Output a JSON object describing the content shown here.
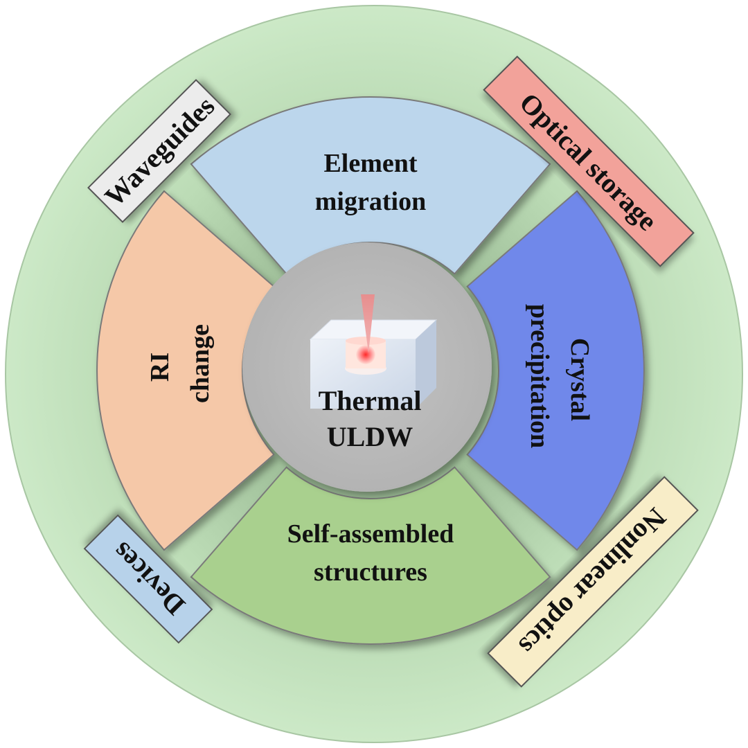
{
  "center": {
    "line1": "Thermal",
    "line2": "ULDW"
  },
  "sectors": {
    "top": {
      "line1": "Element",
      "line2": "migration",
      "color": "#bcd6ec"
    },
    "left": {
      "line1": "RI",
      "line2": "change",
      "color": "#f5c8a8"
    },
    "right": {
      "line1": "Crystal",
      "line2": "precipitation",
      "color": "#6f88ea"
    },
    "bottom": {
      "line1": "Self-assembled",
      "line2": "structures",
      "color": "#a9d08e"
    }
  },
  "tags": {
    "top_left": {
      "label": "Waveguides",
      "color": "#ececec"
    },
    "top_right": {
      "label": "Optical storage",
      "color": "#f2a29a"
    },
    "bottom_left": {
      "label": "Devices",
      "color": "#b7d2ea"
    },
    "bottom_right": {
      "label": "Nonlinear optics",
      "color": "#f8edc8"
    }
  },
  "colors": {
    "outer_ring": "#c8e6c4",
    "center_disk": "#bdbdbd",
    "laser": "#e88a8a"
  }
}
